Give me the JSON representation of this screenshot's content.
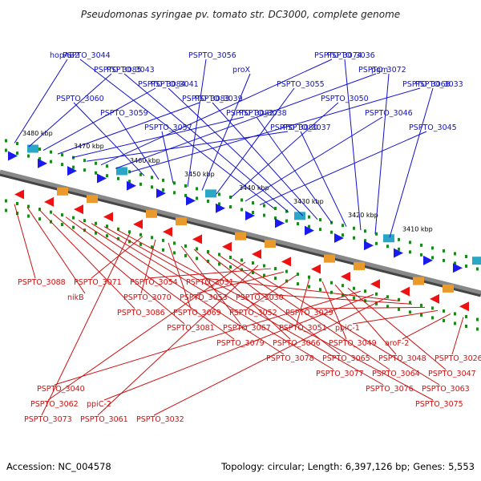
{
  "header": {
    "title": "Pseudomonas syringae pv. tomato str. DC3000, complete genome"
  },
  "footer": {
    "accession": "Accession: NC_004578",
    "topology": "Topology: circular; Length: 6,397,126 bp; Genes: 5,553"
  },
  "colors": {
    "forward_label": "#1111cc",
    "reverse_label": "#cc1111",
    "forward_gene": "#1a1aee",
    "reverse_gene": "#ee1111",
    "backbone": "#888888",
    "tick_dot": "#1a8a1a"
  },
  "ticks": [
    {
      "label": "3480 kbp"
    },
    {
      "label": "3470 kbp"
    },
    {
      "label": "3460 kbp"
    },
    {
      "label": "3450 kbp"
    },
    {
      "label": "3440 kbp"
    },
    {
      "label": "3430 kbp"
    },
    {
      "label": "3420 kbp"
    },
    {
      "label": "3410 kbp"
    }
  ],
  "forward_genes": [
    "hopAB2",
    "PSPTO_3085",
    "PSPTO_3084",
    "PSPTO_3083",
    "PSPTO_3082",
    "PSPTO_3080",
    "PSPTO_3074",
    "PSPTO_3072",
    "PSPTO_3068",
    "PSPTO_3060",
    "PSPTO_3059",
    "PSPTO_3057",
    "PSPTO_3056",
    "proX",
    "PSPTO_3055",
    "PSPTO_3050",
    "PSPTO_3046",
    "PSPTO_3045",
    "PSPTO_3044",
    "PSPTO_3043",
    "PSPTO_3041",
    "PSPTO_3039",
    "PSPTO_3038",
    "PSPTO_3037",
    "PSPTO_3036",
    "pgm",
    "PSPTO_3033"
  ],
  "reverse_genes": [
    "PSPTO_3088",
    "nikB",
    "PSPTO_3086",
    "PSPTO_3081",
    "PSPTO_3079",
    "PSPTO_3078",
    "PSPTO_3077",
    "PSPTO_3076",
    "PSPTO_3075",
    "PSPTO_3073",
    "PSPTO_3071",
    "PSPTO_3070",
    "PSPTO_3069",
    "PSPTO_3067",
    "PSPTO_3066",
    "PSPTO_3065",
    "PSPTO_3064",
    "PSPTO_3063",
    "PSPTO_3062",
    "PSPTO_3061",
    "PSPTO_3054",
    "PSPTO_3053",
    "PSPTO_3052",
    "PSPTO_3051",
    "PSPTO_3049",
    "PSPTO_3048",
    "PSPTO_3047",
    "PSPTO_3040",
    "ppiC-2",
    "PSPTO_3032",
    "PSPTO_3031",
    "PSPTO_3030",
    "PSPTO_3029",
    "ppiC-1",
    "aroF-2",
    "PSPTO_3026"
  ]
}
